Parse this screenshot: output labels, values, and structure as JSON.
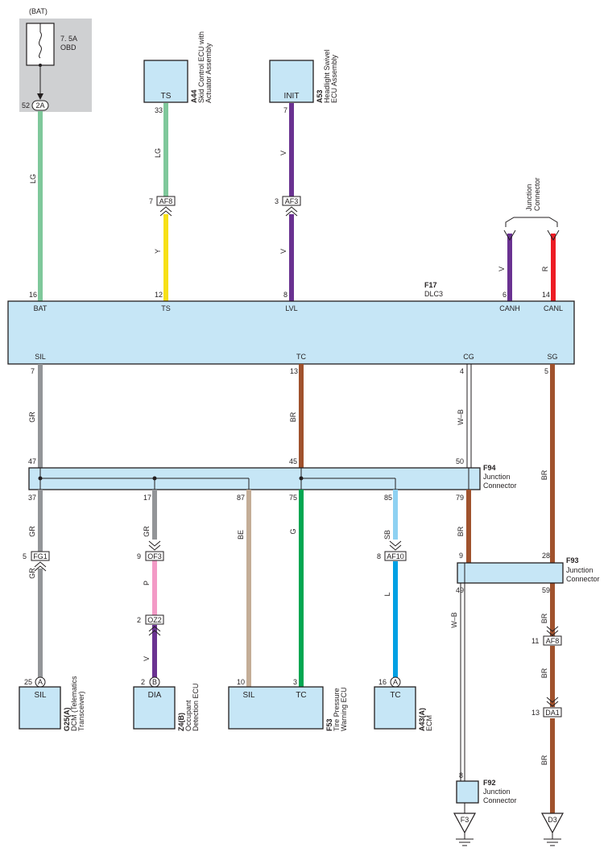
{
  "colors": {
    "LG": "#7fc89b",
    "Y": "#f7e017",
    "V": "#6a3291",
    "R": "#ed1c24",
    "GR": "#939598",
    "BR": "#a0522d",
    "P": "#f39ac6",
    "BE": "#c4ad97",
    "G": "#00a651",
    "SB": "#8ed1f2",
    "L": "#00a0e3",
    "WB": "#231f20",
    "BOX": "#c6e6f6",
    "FUSEBG": "#cfd0d2"
  },
  "fuse": {
    "bat_label": "(BAT)",
    "amp": "7. 5A",
    "name": "OBD",
    "pin": "52",
    "conn": "2A"
  },
  "a44": {
    "code": "A44",
    "line1": "Skid Control ECU with",
    "line2": "Actuator Assembly",
    "term": "TS",
    "pin": "33"
  },
  "a53": {
    "code": "A53",
    "line1": "Headlight Swivel",
    "line2": "ECU Assembly",
    "term": "INIT",
    "pin": "7"
  },
  "af8_top": {
    "pin": "7",
    "label": "AF8"
  },
  "af3": {
    "pin": "3",
    "label": "AF3"
  },
  "jc_top": {
    "line1": "Junction",
    "line2": "Connector"
  },
  "f17": {
    "code": "F17",
    "name": "DLC3",
    "top_pins": [
      "16",
      "12",
      "8",
      "6",
      "14"
    ],
    "top_terms": [
      "BAT",
      "TS",
      "LVL",
      "CANH",
      "CANL"
    ],
    "bot_terms": [
      "SIL",
      "TC",
      "CG",
      "SG"
    ],
    "bot_pins": [
      "7",
      "13",
      "4",
      "5"
    ]
  },
  "f94": {
    "code": "F94",
    "line1": "Junction",
    "line2": "Connector",
    "top_pins": [
      "47",
      "45",
      "50"
    ],
    "bot_pins": [
      "37",
      "17",
      "87",
      "75",
      "85",
      "79"
    ]
  },
  "f93": {
    "code": "F93",
    "line1": "Junction",
    "line2": "Connector",
    "top_pins": [
      "9",
      "28"
    ],
    "bot_pins": [
      "49",
      "59"
    ]
  },
  "f92": {
    "code": "F92",
    "line1": "Junction",
    "line2": "Connector",
    "pin": "8"
  },
  "inline": {
    "fg1": {
      "pin": "5",
      "label": "FG1"
    },
    "of3": {
      "pin": "9",
      "label": "OF3"
    },
    "oz2": {
      "pin": "2",
      "label": "OZ2"
    },
    "af10": {
      "pin": "8",
      "label": "AF10"
    },
    "af8_bot": {
      "pin": "11",
      "label": "AF8"
    },
    "da1": {
      "pin": "13",
      "label": "DA1"
    }
  },
  "wires": {
    "lg1": "LG",
    "lg2": "LG",
    "y": "Y",
    "v1": "V",
    "v2": "V",
    "v3": "V",
    "r": "R",
    "gr1": "GR",
    "br1": "BR",
    "wb1": "W–B",
    "br2": "BR",
    "gr2": "GR",
    "gr3": "GR",
    "gr4": "GR",
    "p": "P",
    "v4": "V",
    "be": "BE",
    "g": "G",
    "sb": "SB",
    "l": "L",
    "br3": "BR",
    "wb2": "W–B",
    "br4": "BR",
    "br5": "BR",
    "br6": "BR"
  },
  "g25": {
    "code": "G25(A)",
    "line1": "DCM (Telematics",
    "line2": "Transceiver)",
    "term": "SIL",
    "pin": "25",
    "letter": "A"
  },
  "z4": {
    "code": "Z4(B)",
    "line1": "Occupant",
    "line2": "Detection ECU",
    "term": "DIA",
    "pin": "2",
    "letter": "B"
  },
  "f53": {
    "code": "F53",
    "line1": "Tire Pressure",
    "line2": "Warning ECU",
    "term1": "SIL",
    "term2": "TC",
    "pin1": "10",
    "pin2": "3"
  },
  "a43": {
    "code": "A43(A)",
    "line1": "ECM",
    "term": "TC",
    "pin": "16",
    "letter": "A"
  },
  "grounds": {
    "f3": "F3",
    "d3": "D3"
  }
}
